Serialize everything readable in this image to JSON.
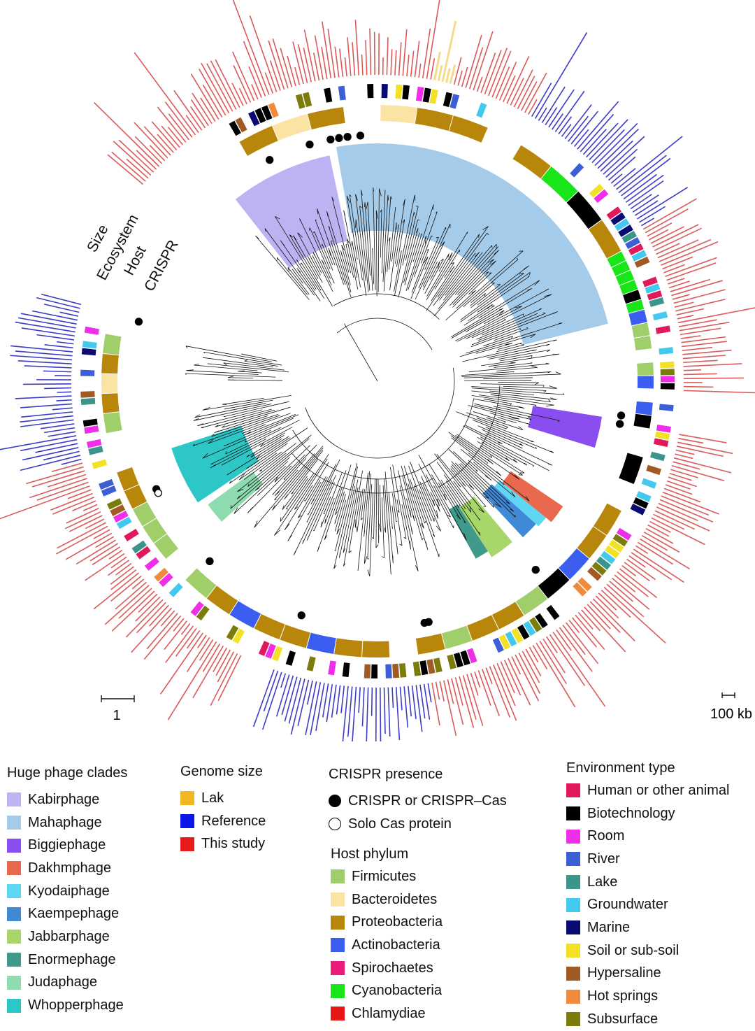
{
  "ring_labels": [
    "Size",
    "Ecosystem",
    "Host",
    "CRISPR"
  ],
  "scales": {
    "tree": "1",
    "genome": "100 kb"
  },
  "legends": {
    "clades": {
      "title": "Huge phage clades",
      "items": [
        {
          "label": "Kabirphage",
          "color": "#bcb4f2"
        },
        {
          "label": "Mahaphage",
          "color": "#a4cbea"
        },
        {
          "label": "Biggiephage",
          "color": "#8a4df0"
        },
        {
          "label": "Dakhmphage",
          "color": "#e9694e"
        },
        {
          "label": "Kyodaiphage",
          "color": "#5fd7f2"
        },
        {
          "label": "Kaempephage",
          "color": "#3f89d6"
        },
        {
          "label": "Jabbarphage",
          "color": "#a7d76a"
        },
        {
          "label": "Enormephage",
          "color": "#3f9a8c"
        },
        {
          "label": "Judaphage",
          "color": "#8edbb0"
        },
        {
          "label": "Whopperphage",
          "color": "#2ec7c7"
        }
      ]
    },
    "genome_size": {
      "title": "Genome size",
      "items": [
        {
          "label": "Lak",
          "color": "#f2b824"
        },
        {
          "label": "Reference",
          "color": "#0a17e6"
        },
        {
          "label": "This study",
          "color": "#e81b1b"
        }
      ]
    },
    "crispr": {
      "title": "CRISPR presence",
      "items": [
        {
          "label": "CRISPR or CRISPR–Cas",
          "style": "filled"
        },
        {
          "label": "Solo Cas protein",
          "style": "open"
        }
      ]
    },
    "host": {
      "title": "Host phylum",
      "items": [
        {
          "label": "Firmicutes",
          "color": "#9fce6a"
        },
        {
          "label": "Bacteroidetes",
          "color": "#fbe3a3"
        },
        {
          "label": "Proteobacteria",
          "color": "#b8860b"
        },
        {
          "label": "Actinobacteria",
          "color": "#3b5ef0"
        },
        {
          "label": "Spirochaetes",
          "color": "#ec1c7c"
        },
        {
          "label": "Cyanobacteria",
          "color": "#19e619"
        },
        {
          "label": "Chlamydiae",
          "color": "#e81717"
        }
      ]
    },
    "environment": {
      "title": "Environment type",
      "items": [
        {
          "label": "Human or other animal",
          "color": "#e0185c"
        },
        {
          "label": "Biotechnology",
          "color": "#000000"
        },
        {
          "label": "Room",
          "color": "#ee2ee8"
        },
        {
          "label": "River",
          "color": "#3d5fd6"
        },
        {
          "label": "Lake",
          "color": "#3c958a"
        },
        {
          "label": "Groundwater",
          "color": "#43c9ee"
        },
        {
          "label": "Marine",
          "color": "#0a0a73"
        },
        {
          "label": "Soil or sub-soil",
          "color": "#f2e126"
        },
        {
          "label": "Hypersaline",
          "color": "#a05a24"
        },
        {
          "label": "Hot springs",
          "color": "#f08a3c"
        },
        {
          "label": "Subsurface",
          "color": "#7c7c0c"
        }
      ]
    }
  },
  "colors": {
    "size_this_study": "#d95a5a",
    "size_reference": "#3c3cc4",
    "size_lak": "#f3dc8c",
    "tree": "#111111"
  }
}
